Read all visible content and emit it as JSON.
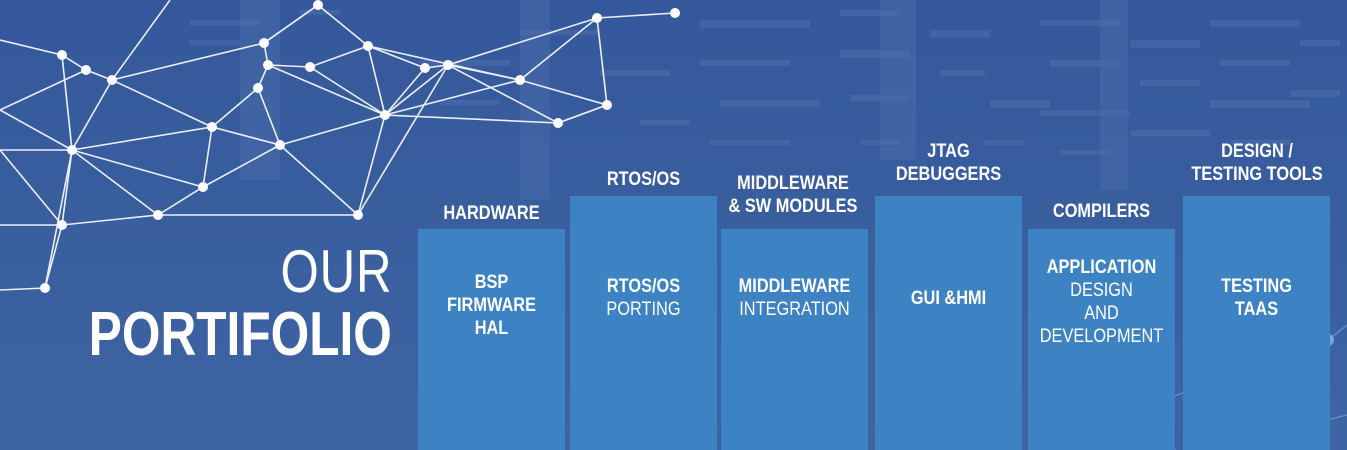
{
  "title": {
    "line1": "OUR",
    "line2": "PORTIFOLIO"
  },
  "colors": {
    "background": "#3a5f9f",
    "box": "#3d82c2",
    "text": "#ffffff"
  },
  "columns": [
    {
      "heading": "HARDWARE",
      "bold": "BSP\nFIRMWARE\nHAL",
      "normal": ""
    },
    {
      "heading": "RTOS/OS",
      "bold": "RTOS/OS",
      "normal": "PORTING"
    },
    {
      "heading": "MIDDLEWARE\n& SW MODULES",
      "bold": "MIDDLEWARE",
      "normal": "INTEGRATION"
    },
    {
      "heading": "JTAG\nDEBUGGERS",
      "bold": "GUI &HMI",
      "normal": ""
    },
    {
      "heading": "COMPILERS",
      "bold": "APPLICATION",
      "normal": "DESIGN\nAND\nDEVELOPMENT"
    },
    {
      "heading": "DESIGN /\nTESTING TOOLS",
      "bold": "TESTING\nTAAS",
      "normal": ""
    }
  ]
}
